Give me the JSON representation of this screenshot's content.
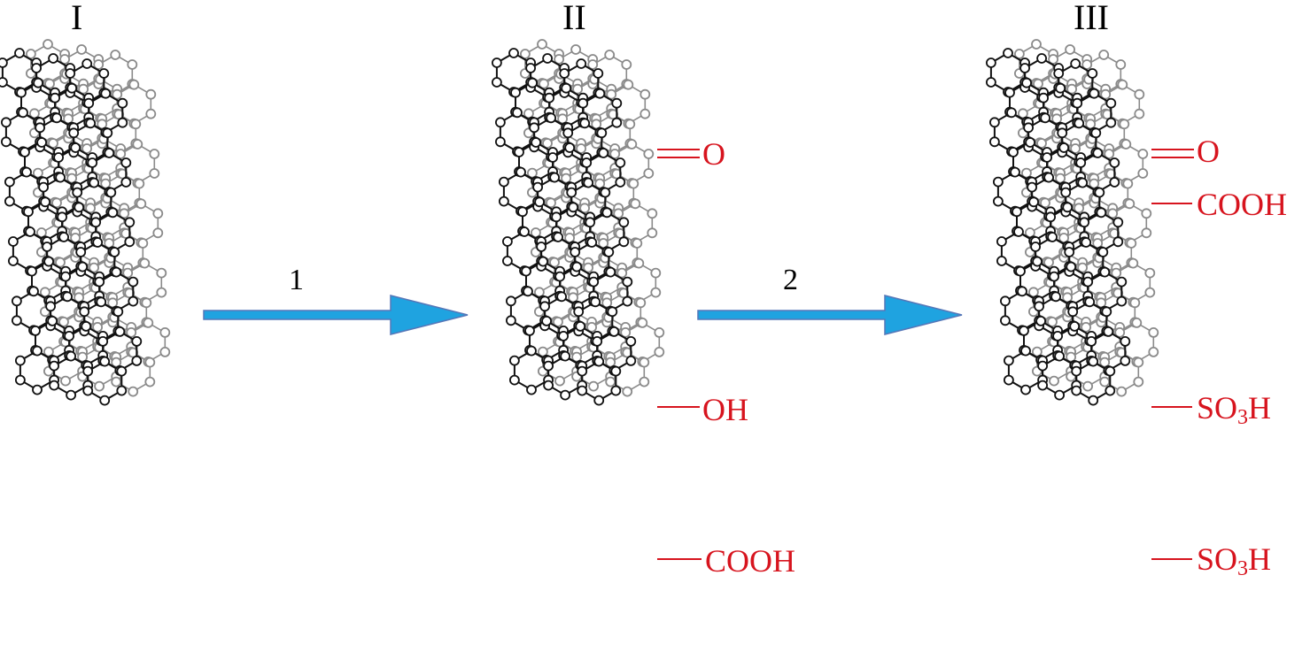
{
  "stages": [
    {
      "label": "I"
    },
    {
      "label": "II"
    },
    {
      "label": "III"
    }
  ],
  "steps": [
    {
      "label": "1"
    },
    {
      "label": "2"
    }
  ],
  "stage2_groups": [
    {
      "pre": "O"
    },
    {
      "pre": "OH"
    },
    {
      "pre": "COOH"
    }
  ],
  "stage3_groups": [
    {
      "pre": "O"
    },
    {
      "pre": "COOH"
    },
    {
      "pre": "SO",
      "sub": "3",
      "post": "H"
    },
    {
      "pre": "SO",
      "sub": "3",
      "post": "H"
    }
  ],
  "colors": {
    "front_bonds": "#111111",
    "back_bonds": "#8a8a8a",
    "atom_fill": "#ffffff",
    "arrow_fill": "#1fa3e0",
    "arrow_stroke": "#5577b8",
    "label_color": "#d7141e"
  }
}
